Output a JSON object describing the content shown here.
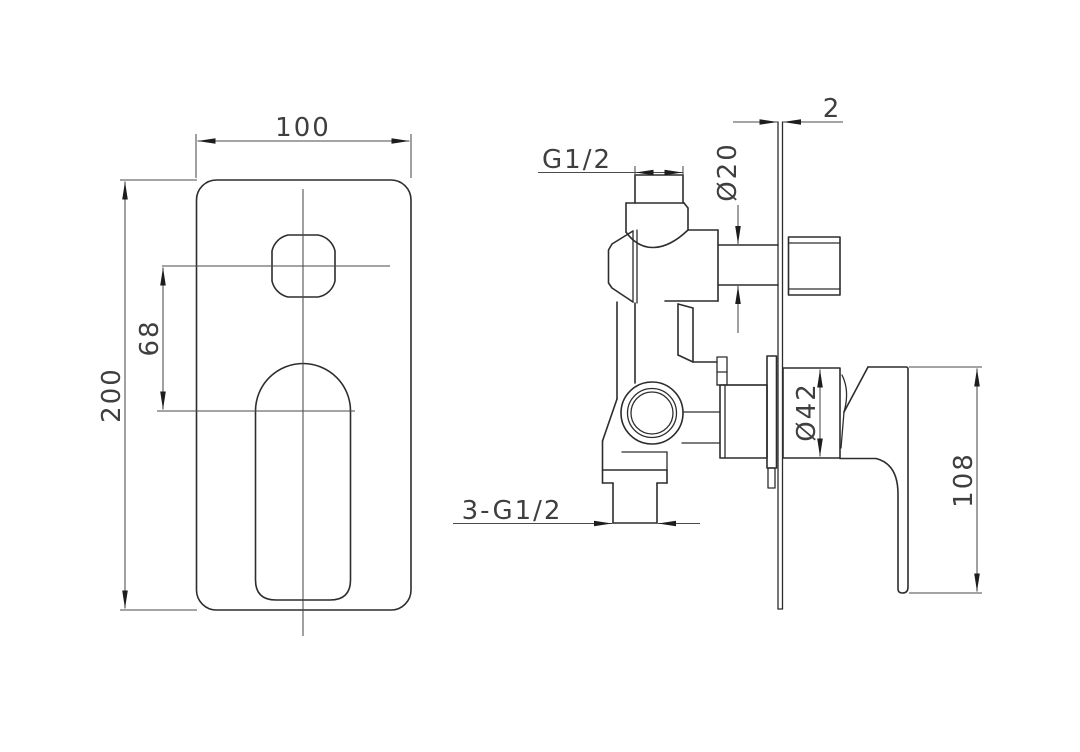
{
  "drawing": {
    "front_view": {
      "dimensions": {
        "plate_width": "100",
        "plate_height": "200",
        "handle_center_offset": "68"
      }
    },
    "side_view": {
      "dimensions": {
        "plate_thickness": "2",
        "top_outlet_thread": "G1/2",
        "connector_diameter": "Ø20",
        "trim_base_diameter": "Ø42",
        "handle_length": "108",
        "inlet_threads": "3-G1/2"
      }
    },
    "colors": {
      "line": "#2d2d2d",
      "dim_line": "#4a4a4a",
      "text": "#3f3f3f",
      "background": "#ffffff"
    }
  }
}
